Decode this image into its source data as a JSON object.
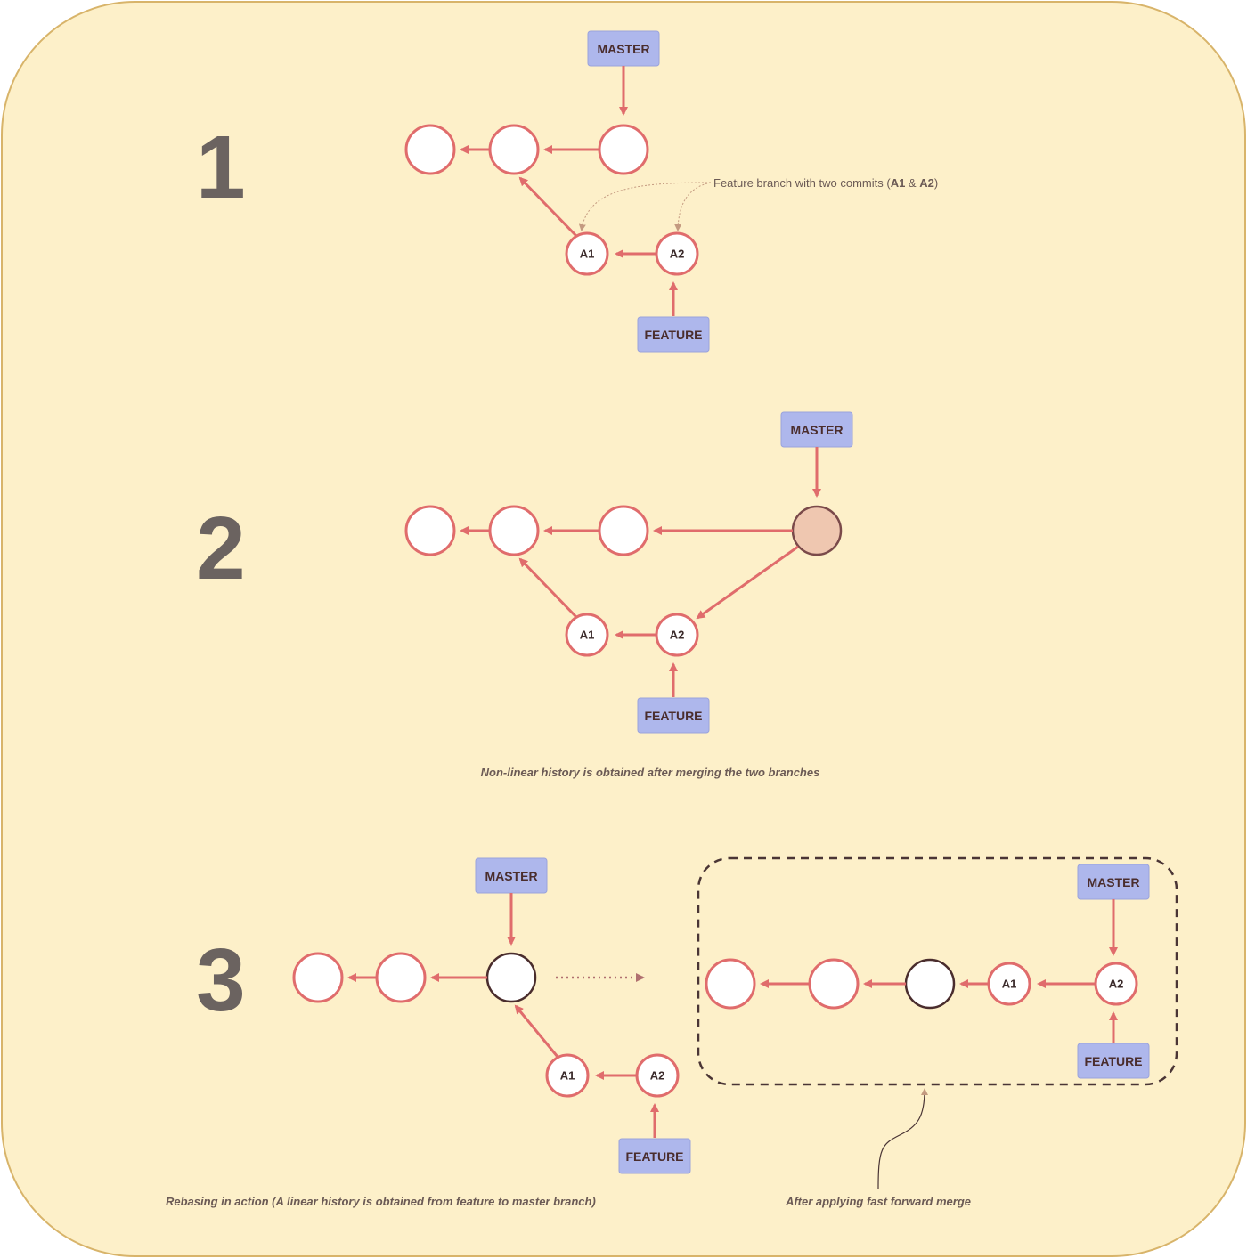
{
  "colors": {
    "background": "#fdf0c9",
    "border": "#d8b46a",
    "node_stroke": "#e06c6c",
    "edge": "#e06c6c",
    "label_box": "#aeb7ec",
    "merge_fill": "#efc7b0",
    "dark_stroke": "#4a2d2d"
  },
  "steps": [
    "1",
    "2",
    "3"
  ],
  "labels": {
    "master": "MASTER",
    "feature": "FEATURE",
    "a1": "A1",
    "a2": "A2"
  },
  "annotations": {
    "feature_note_prefix": "Feature branch with two commits (",
    "feature_note_a1": "A1",
    "feature_note_amp": " & ",
    "feature_note_a2": "A2",
    "feature_note_suffix": ")",
    "nonlinear": "Non-linear history is obtained after merging the two branches",
    "rebasing": "Rebasing in action (A linear history is obtained from feature to master branch)",
    "fast_forward": "After applying fast forward merge"
  }
}
